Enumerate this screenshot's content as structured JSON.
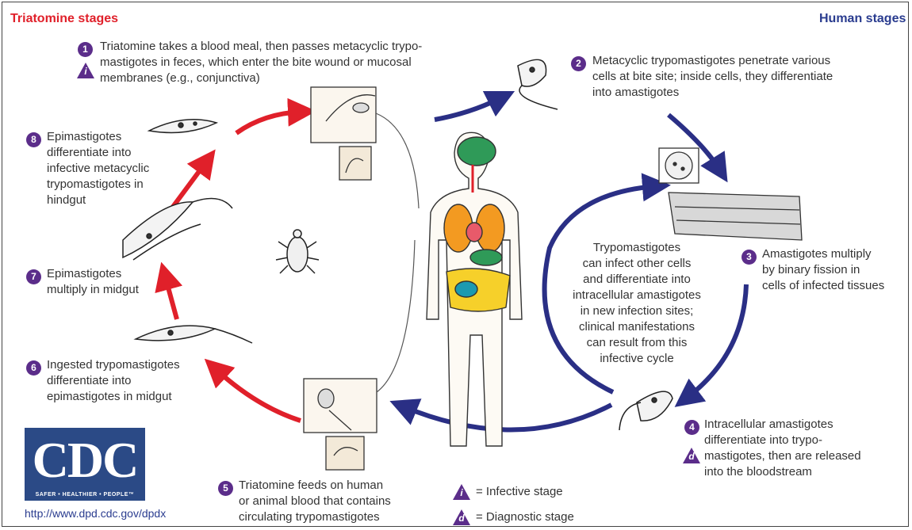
{
  "headers": {
    "triatomine": "Triatomine stages",
    "human": "Human stages"
  },
  "colors": {
    "triatomine_header": "#e0202a",
    "human_header": "#2a3c8f",
    "red_arrow": "#e0202a",
    "blue_arrow": "#2a2f85",
    "step_badge": "#5b2d8a",
    "cdc_blue": "#2b4a86"
  },
  "steps": [
    {
      "num": "1",
      "lines": [
        "Triatomine takes a blood meal, then passes metacyclic trypo-",
        "mastigotes in feces, which enter the bite wound or mucosal",
        "membranes (e.g., conjunctiva)"
      ]
    },
    {
      "num": "2",
      "lines": [
        "Metacyclic trypomastigotes penetrate various",
        "cells at bite site; inside cells, they differentiate",
        "into amastigotes"
      ]
    },
    {
      "num": "3",
      "lines": [
        "Amastigotes multiply",
        "by binary fission in",
        "cells of infected tissues"
      ]
    },
    {
      "num": "4",
      "lines": [
        "Intracellular amastigotes",
        "differentiate into trypo-",
        "mastigotes, then are released",
        "into the bloodstream"
      ]
    },
    {
      "num": "5",
      "lines": [
        "Triatomine feeds on human",
        "or animal blood that contains",
        "circulating trypomastigotes"
      ]
    },
    {
      "num": "6",
      "lines": [
        "Ingested trypomastigotes",
        "differentiate into",
        "epimastigotes in midgut"
      ]
    },
    {
      "num": "7",
      "lines": [
        "Epimastigotes",
        "multiply in midgut"
      ]
    },
    {
      "num": "8",
      "lines": [
        "Epimastigotes",
        "differentiate into",
        "infective metacyclic",
        "trypomastigotes in",
        "hindgut"
      ]
    }
  ],
  "center_text": [
    "Trypomastigotes",
    "can infect other cells",
    "and differentiate into",
    "intracellular amastigotes",
    "in new infection sites;",
    "clinical manifestations",
    "can result from this",
    "infective cycle"
  ],
  "legend": {
    "infective_symbol": "i",
    "infective_label": "= Infective stage",
    "diagnostic_symbol": "d",
    "diagnostic_label": "= Diagnostic stage"
  },
  "logo": {
    "letters": "CDC",
    "tagline": "SAFER • HEALTHIER • PEOPLE™"
  },
  "url": "http://www.dpd.cdc.gov/dpdx"
}
